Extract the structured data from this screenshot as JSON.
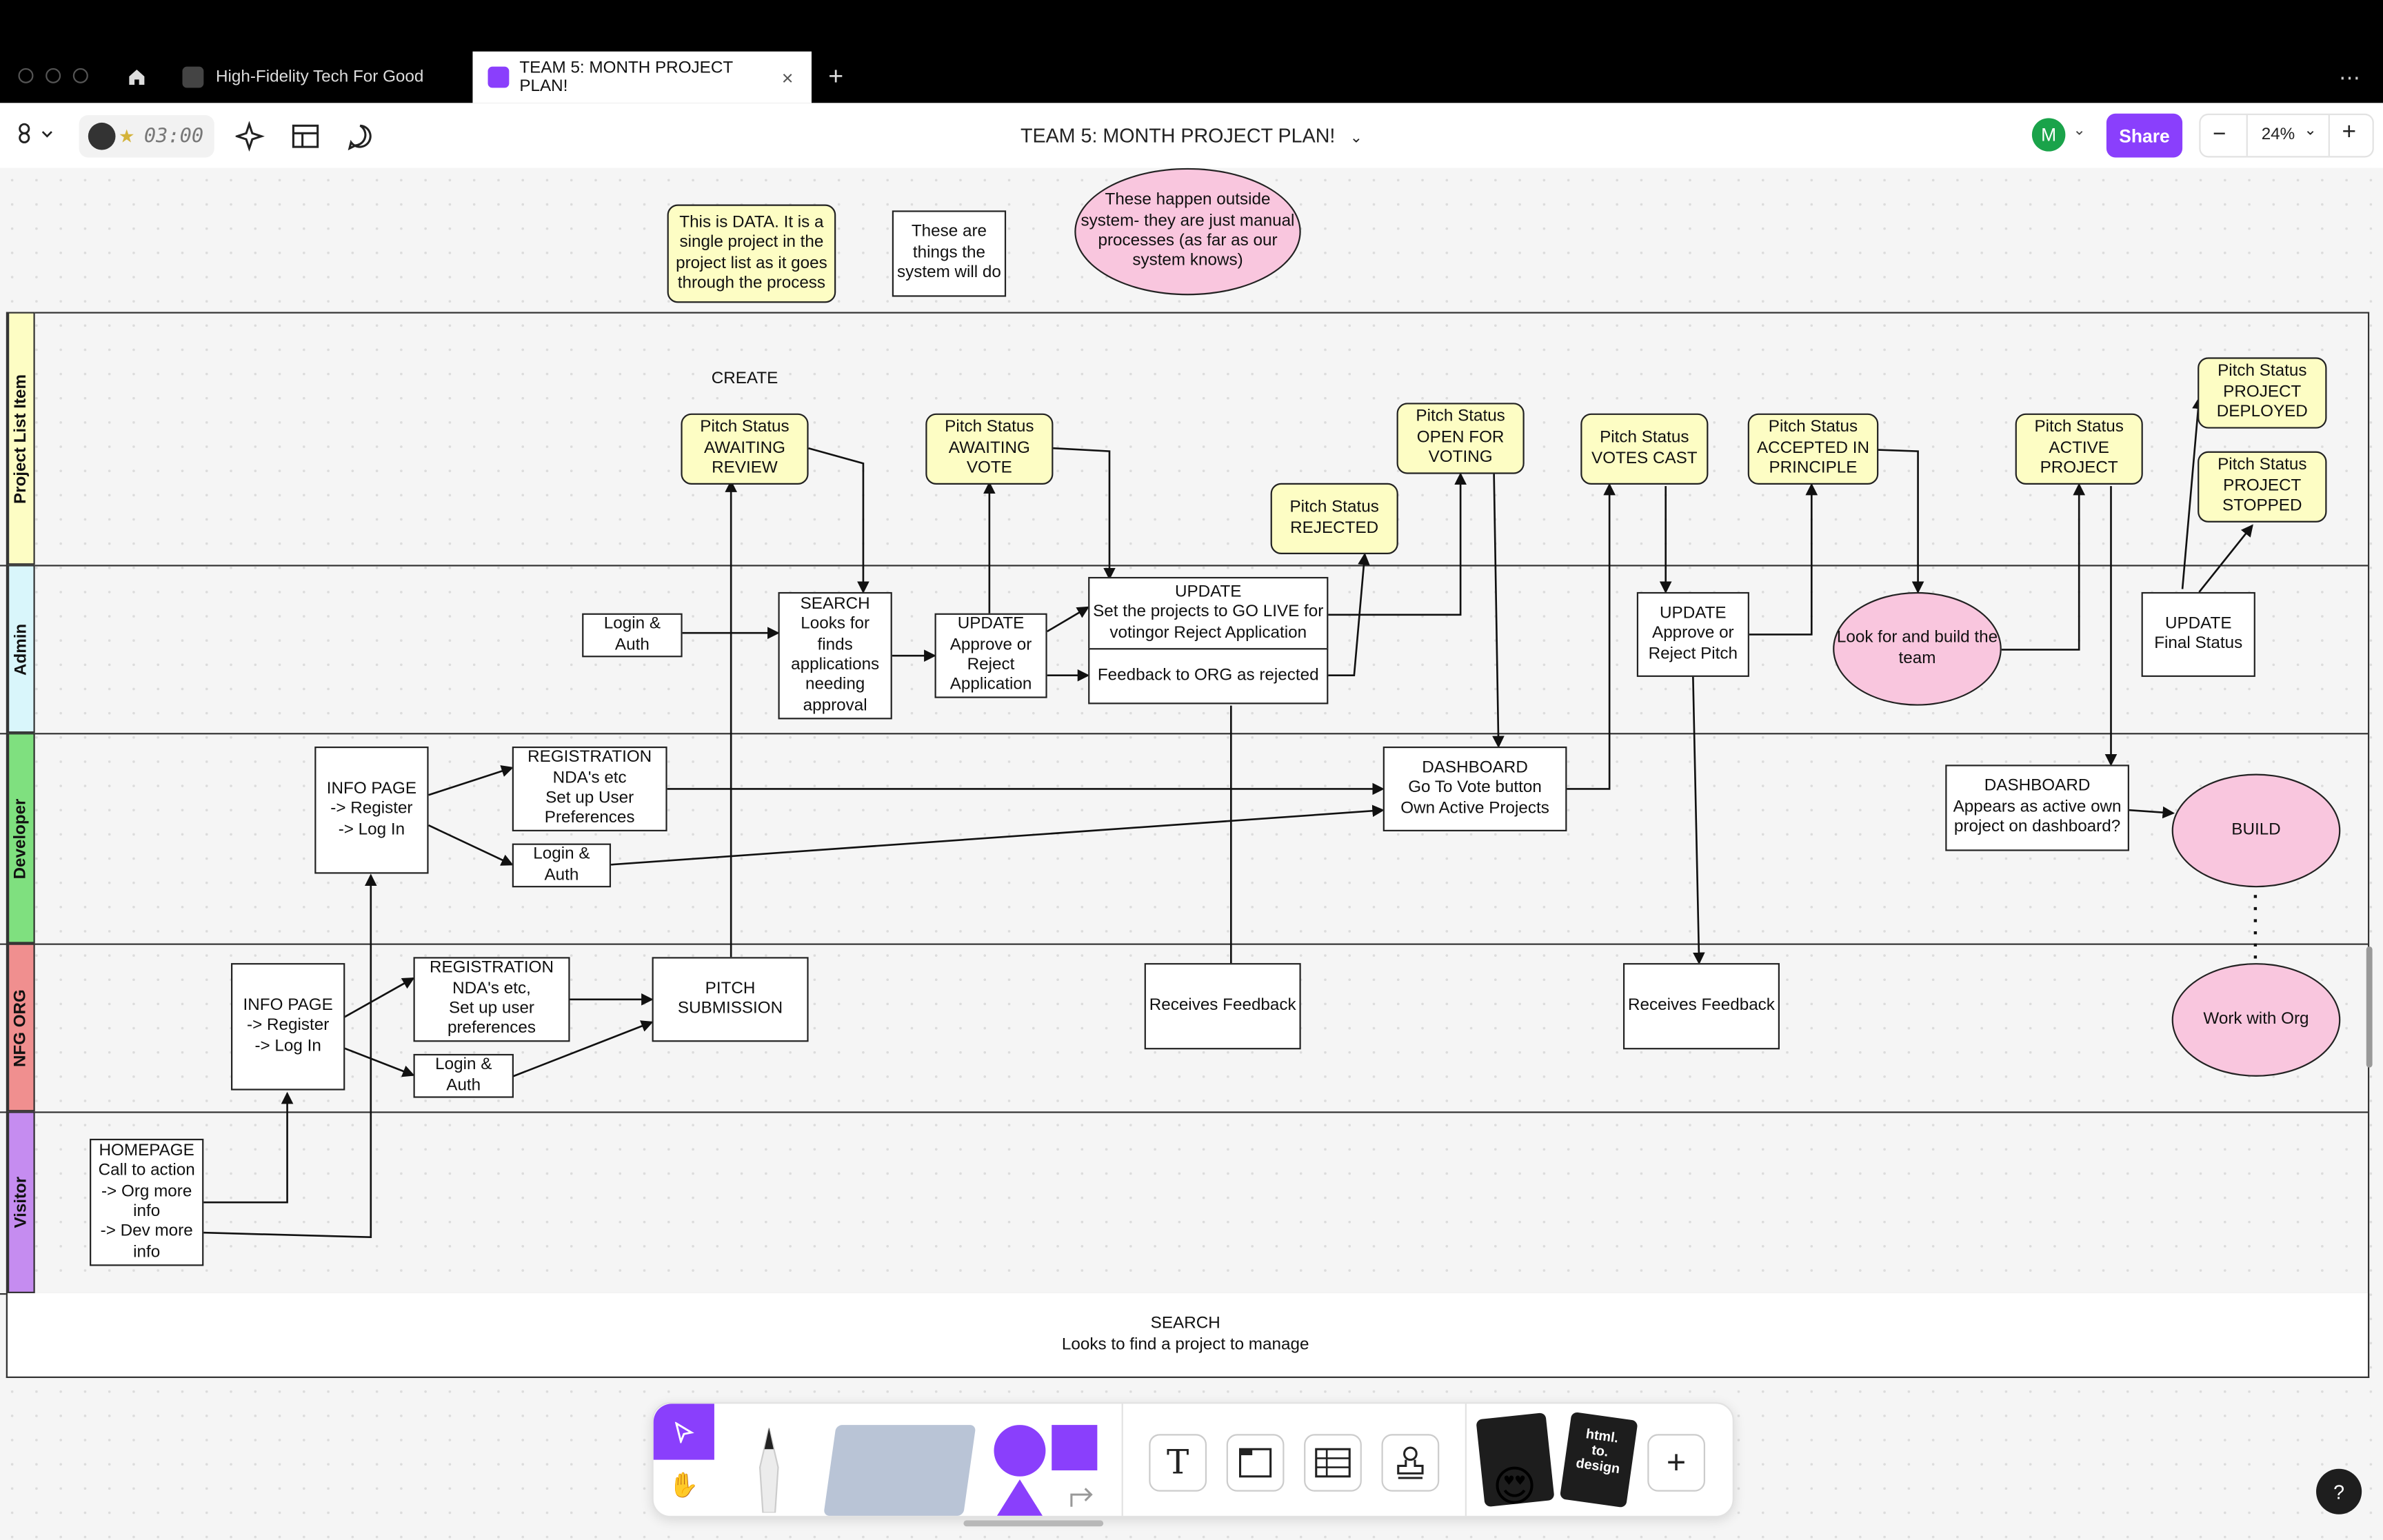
{
  "tabs": [
    {
      "label": "High-Fidelity Tech For Good",
      "active": false
    },
    {
      "label": "TEAM 5: MONTH PROJECT PLAN!",
      "active": true
    }
  ],
  "toolbar": {
    "timer": "03:00",
    "file_title": "TEAM 5: MONTH PROJECT PLAN!",
    "avatar_initial": "M",
    "share_label": "Share",
    "zoom": "24%"
  },
  "legend": {
    "data_note": "This is DATA. It is a\nsingle project in the\nproject list as it goes\nthrough the process",
    "system_note": "These are\nthings the\nsystem will do",
    "manual_note": "These happen outside\nsystem- they are just manual\nprocesses (as far as our\nsystem knows)"
  },
  "lanes": [
    "Project List Item",
    "Admin",
    "Developer",
    "NFG ORG",
    "Visitor"
  ],
  "project_list": {
    "create_label": "CREATE",
    "awaiting_review": "Pitch Status\nAWAITING\nREVIEW",
    "awaiting_vote": "Pitch Status\nAWAITING\nVOTE",
    "rejected": "Pitch Status\nREJECTED",
    "open_for_voting": "Pitch Status\nOPEN FOR\nVOTING",
    "votes_cast": "Pitch Status\nVOTES CAST",
    "accepted": "Pitch Status\nACCEPTED IN\nPRINCIPLE",
    "active_project": "Pitch Status\nACTIVE\nPROJECT",
    "deployed": "Pitch Status\nPROJECT\nDEPLOYED",
    "stopped": "Pitch Status\nPROJECT\nSTOPPED"
  },
  "admin": {
    "login": "Login &\nAuth",
    "search": "SEARCH\nLooks for\nfinds\napplications\nneeding\napproval",
    "update_approve": "UPDATE\nApprove or\nReject\nApplication",
    "update_live": "UPDATE\nSet the projects to GO LIVE for\nvotingor Reject Application",
    "feedback_rejected": "Feedback to ORG as rejected",
    "update_pitch": "UPDATE\nApprove or\nReject Pitch",
    "build_team": "Look for and build the\nteam",
    "final_status": "UPDATE\nFinal Status"
  },
  "developer": {
    "info_page": "INFO PAGE\n-> Register\n-> Log In",
    "registration": "REGISTRATION\nNDA's etc\nSet up User\nPreferences",
    "login": "Login &\nAuth",
    "dashboard_vote": "DASHBOARD\nGo To Vote button\nOwn Active Projects",
    "dashboard_active": "DASHBOARD\nAppears as active own\nproject on dashboard?",
    "build": "BUILD"
  },
  "nfg_org": {
    "info_page": "INFO PAGE\n-> Register\n-> Log In",
    "registration": "REGISTRATION\nNDA's etc,\nSet up user\npreferences",
    "login": "Login &\nAuth",
    "pitch_submission": "PITCH\nSUBMISSION",
    "feedback_1": "Receives Feedback",
    "feedback_2": "Receives Feedback",
    "work_with_org": "Work with Org"
  },
  "visitor": {
    "homepage": "HOMEPAGE\nCall to action\n-> Org more\ninfo\n-> Dev more\ninfo"
  },
  "search_footer": "SEARCH\nLooks to find a project to manage",
  "bottom_tools": {
    "plugin_label": "html.\nto.\ndesign",
    "help": "?"
  },
  "colors": {
    "sticky": "#fdfdc4",
    "oval": "#f9c6de",
    "accent": "#8a3ffc",
    "lane_project": "#fdfdc4",
    "lane_admin": "#d9f6fb",
    "lane_developer": "#7fe07f",
    "lane_nfg": "#f08f8f",
    "lane_visitor": "#c58cf0"
  }
}
